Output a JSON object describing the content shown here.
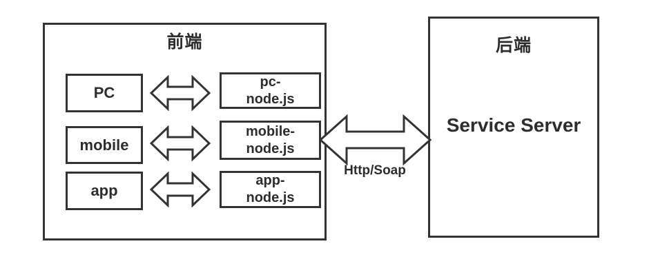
{
  "canvas": {
    "background": "#ffffff",
    "stroke_color": "#333333",
    "text_color": "#2d2d2d"
  },
  "frontend": {
    "title": "前端",
    "rows": [
      {
        "client": "PC",
        "node_line1": "pc-",
        "node_line2": "node.js"
      },
      {
        "client": "mobile",
        "node_line1": "mobile-",
        "node_line2": "node.js"
      },
      {
        "client": "app",
        "node_line1": "app-",
        "node_line2": "node.js"
      }
    ]
  },
  "backend": {
    "title": "后端",
    "server": "Service Server"
  },
  "link": {
    "protocol": "Http/Soap"
  }
}
